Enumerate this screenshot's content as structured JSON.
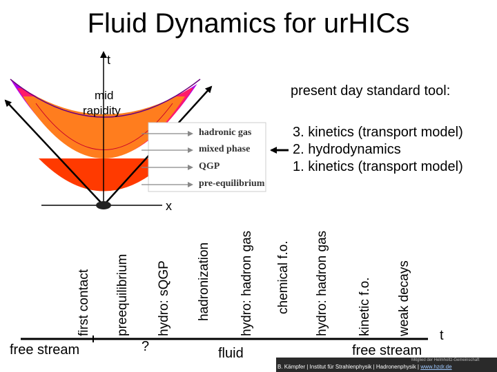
{
  "title": "Fluid Dynamics for urHICs",
  "diagram": {
    "t_axis_label": "t",
    "mid_rapidity_line1": "mid",
    "mid_rapidity_line2": "rapidity",
    "x_axis_label": "x",
    "phases": [
      {
        "label": "hadronic gas",
        "color": "#b100e8"
      },
      {
        "label": "mixed phase",
        "color": "#ff1a6a"
      },
      {
        "label": "QGP",
        "color": "#ff6a1a"
      },
      {
        "label": "pre-equilibrium",
        "color": "#ff2a00"
      }
    ]
  },
  "standard_tool": {
    "heading": "present day standard tool:",
    "items": [
      "3. kinetics (transport model)",
      "2. hydrodynamics",
      "1. kinetics (transport model)"
    ]
  },
  "timeline": {
    "stages": [
      "first contact",
      "preequilibrium",
      "hydro: sQGP",
      "hadronization",
      "hydro: hadron gas",
      "chemical f.o.",
      "hydro: hadron gas",
      "kinetic f.o.",
      "weak decays"
    ],
    "free_stream_left": "free stream",
    "question_mark": "?",
    "fluid_label": "fluid",
    "free_stream_right": "free stream",
    "t_label": "t"
  },
  "footer": {
    "org": "Mitglied der Helmholtz-Gemeinschaft",
    "credit": "B. Kämpfer | Institut für Strahlenphysik | Hadronenphysik | ",
    "link": "www.hzdr.de"
  }
}
